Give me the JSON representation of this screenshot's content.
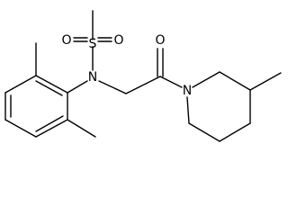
{
  "molecule": {
    "atoms": {
      "S": "S",
      "O_top_left": "O",
      "O_top_right": "O",
      "N_sulfonamide": "N",
      "O_carbonyl": "O",
      "N_piperidine": "N"
    }
  },
  "colors": {
    "line": "#000000",
    "background": "#ffffff"
  }
}
